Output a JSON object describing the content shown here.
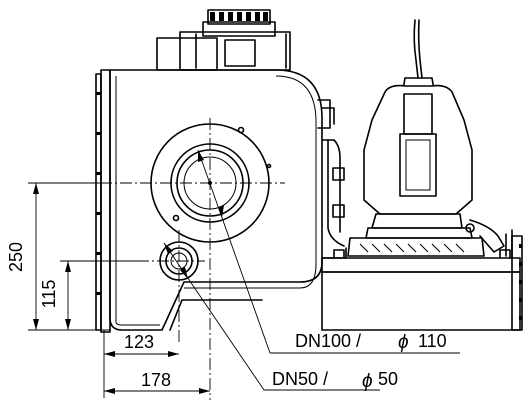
{
  "dimensions": {
    "height_outlet": "250",
    "height_inlet": "115",
    "width_inlet": "123",
    "width_outlet": "178"
  },
  "callouts": {
    "outlet": {
      "nominal": "DN100 /",
      "diameter": "110"
    },
    "inlet": {
      "nominal": "DN50 /",
      "diameter": "50"
    }
  },
  "symbols": {
    "diameter": "ϕ"
  }
}
